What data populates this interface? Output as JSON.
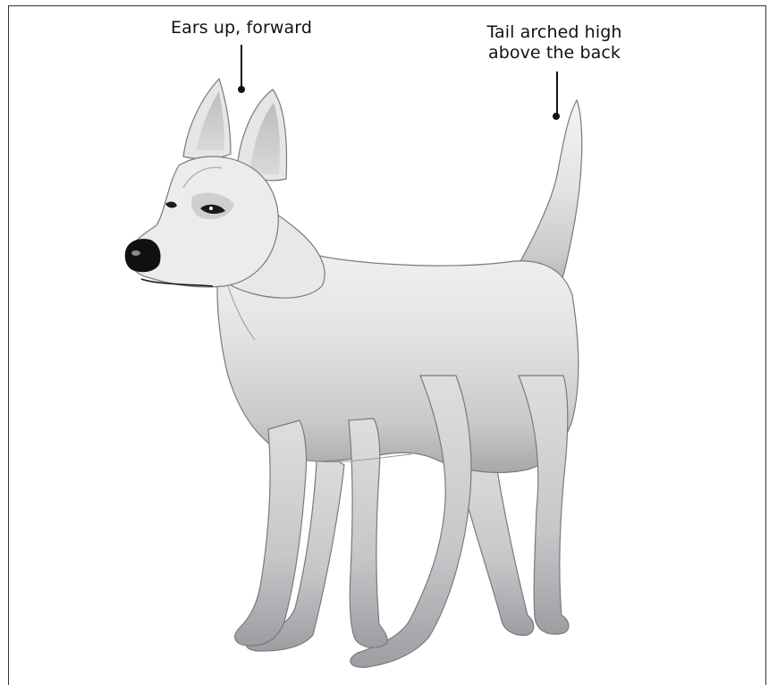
{
  "annotations": {
    "ears": "Ears up, forward",
    "tail_line1": "Tail arched high",
    "tail_line2": "above the back"
  },
  "colors": {
    "fur_light": "#f3f3f4",
    "fur_mid": "#dcdcde",
    "fur_dark": "#a9a9ac",
    "outline": "#6f6f72",
    "nose": "#111111",
    "callout": "#111111"
  }
}
